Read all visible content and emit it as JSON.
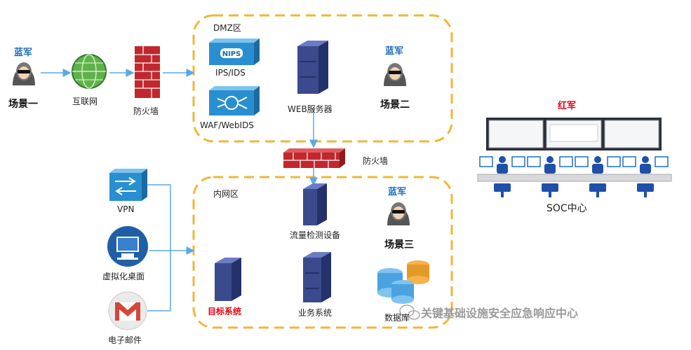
{
  "zones": {
    "dmz": "DMZ区",
    "intranet": "内网区"
  },
  "scenarios": {
    "one": {
      "team": "蓝军",
      "name": "场景一"
    },
    "two": {
      "team": "蓝军",
      "name": "场景二"
    },
    "three": {
      "team": "蓝军",
      "name": "场景三"
    }
  },
  "nodes": {
    "internet": "互联网",
    "firewall_left": "防火墙",
    "ips": "IPS/IDS",
    "waf": "WAF/WebIDS",
    "web_server": "WEB服务器",
    "firewall_mid": "防火墙",
    "vpn": "VPN",
    "vdesk": "虚拟化桌面",
    "email": "电子邮件",
    "traffic": "流量检测设备",
    "target": "目标系统",
    "business": "业务系统",
    "database": "数据库"
  },
  "soc": {
    "team": "红军",
    "name": "SOC中心"
  },
  "watermark": "关键基础设施安全应急响应中心",
  "colors": {
    "zone_border": "#f0b63a",
    "blue_team": "#1f6fbf",
    "red_team": "#e60012",
    "line": "#5aa9e6",
    "server": "#3b4a8c"
  },
  "icons": {
    "hacker": "hacker-icon",
    "globe": "globe-icon",
    "firewall": "firewall-icon",
    "server": "server-icon"
  }
}
